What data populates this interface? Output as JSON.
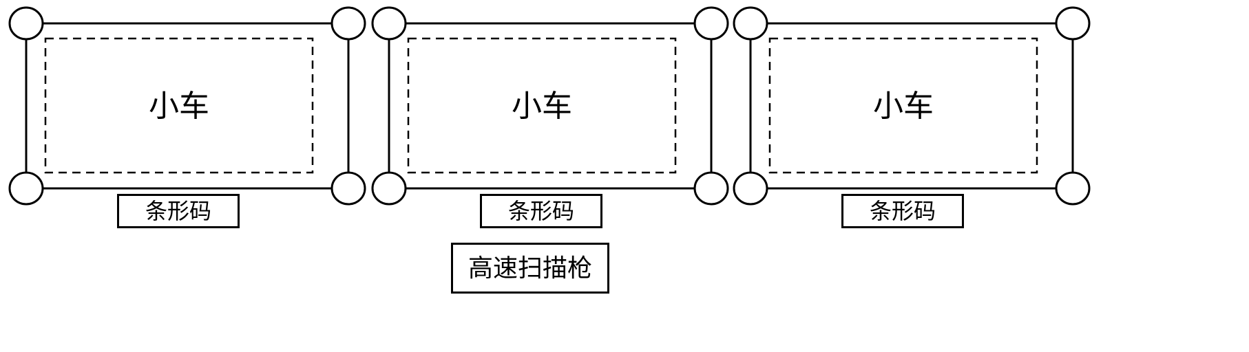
{
  "diagram": {
    "carts": [
      {
        "cart_label": "小车",
        "barcode_label": "条形码"
      },
      {
        "cart_label": "小车",
        "barcode_label": "条形码"
      },
      {
        "cart_label": "小车",
        "barcode_label": "条形码"
      }
    ],
    "scanner_label": "高速扫描枪"
  },
  "colors": {
    "stroke": "#000000",
    "background": "#ffffff"
  }
}
